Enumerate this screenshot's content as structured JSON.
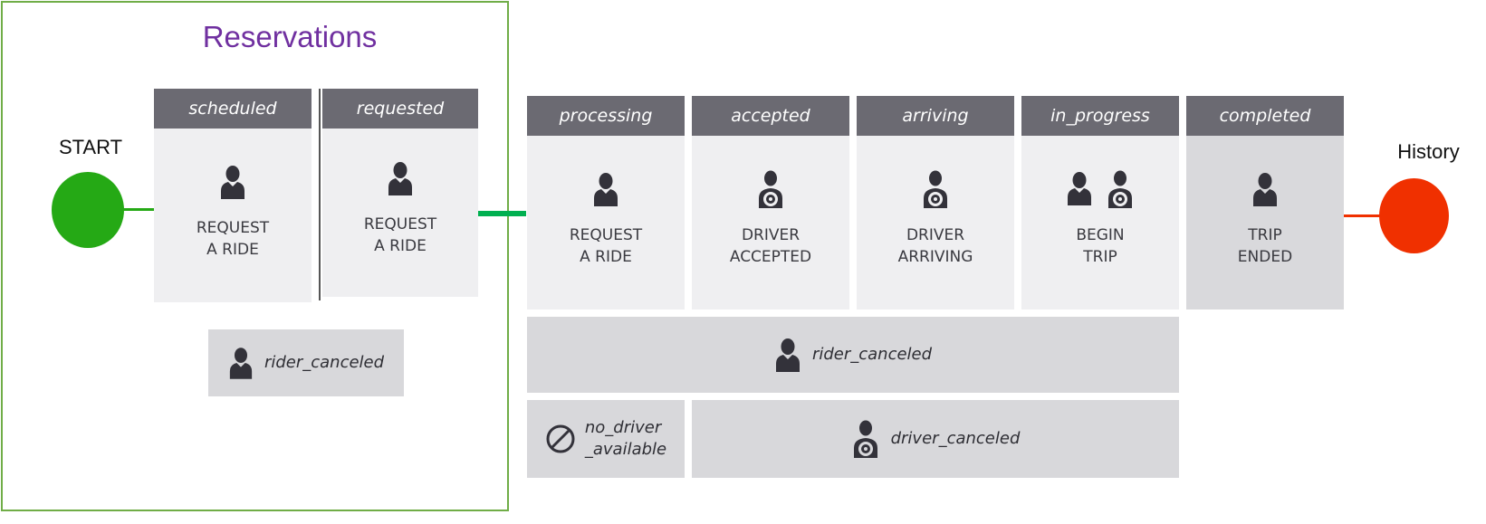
{
  "reservations": {
    "title": "Reservations",
    "title_color": "#7030a0",
    "border_color": "#70ad47"
  },
  "start": {
    "label": "START",
    "color": "#25a915"
  },
  "history": {
    "label": "History",
    "color": "#f03000"
  },
  "connector_color": "#00b050",
  "states": [
    {
      "header": "scheduled",
      "line1": "REQUEST",
      "line2": "A RIDE",
      "icon": "rider-icon"
    },
    {
      "header": "requested",
      "line1": "REQUEST",
      "line2": "A RIDE",
      "icon": "rider-icon"
    },
    {
      "header": "processing",
      "line1": "REQUEST",
      "line2": "A RIDE",
      "icon": "rider-icon"
    },
    {
      "header": "accepted",
      "line1": "DRIVER",
      "line2": "ACCEPTED",
      "icon": "driver-icon"
    },
    {
      "header": "arriving",
      "line1": "DRIVER",
      "line2": "ARRIVING",
      "icon": "driver-icon"
    },
    {
      "header": "in_progress",
      "line1": "BEGIN",
      "line2": "TRIP",
      "icon": "rider-and-driver-icons"
    },
    {
      "header": "completed",
      "line1": "TRIP",
      "line2": "ENDED",
      "icon": "rider-icon"
    }
  ],
  "cancel_states": {
    "reservation_rider_canceled": "rider_canceled",
    "rider_canceled": "rider_canceled",
    "no_driver_line1": "no_driver",
    "no_driver_line2": "_available",
    "driver_canceled": "driver_canceled"
  }
}
